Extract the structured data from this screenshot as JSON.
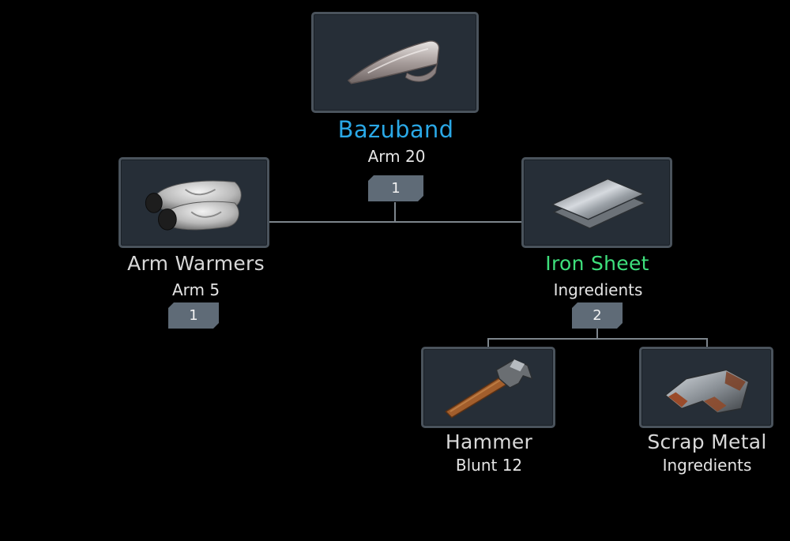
{
  "items": {
    "bazuband": {
      "name": "Bazuband",
      "stat": "Arm 20",
      "count": "1",
      "icon": "bazuband-icon"
    },
    "arm_warmers": {
      "name": "Arm Warmers",
      "stat": "Arm 5",
      "count": "1",
      "icon": "arm-warmers-icon"
    },
    "iron_sheet": {
      "name": "Iron Sheet",
      "stat": "Ingredients",
      "count": "2",
      "icon": "iron-sheet-icon"
    },
    "hammer": {
      "name": "Hammer",
      "stat": "Blunt 12",
      "icon": "hammer-icon"
    },
    "scrap_metal": {
      "name": "Scrap Metal",
      "stat": "Ingredients",
      "icon": "scrap-metal-icon"
    }
  },
  "colors": {
    "target_item": "#2aa8e6",
    "craftable_item": "#3ee07c",
    "base_item": "#d8d8d8",
    "connector": "#7d858c"
  }
}
